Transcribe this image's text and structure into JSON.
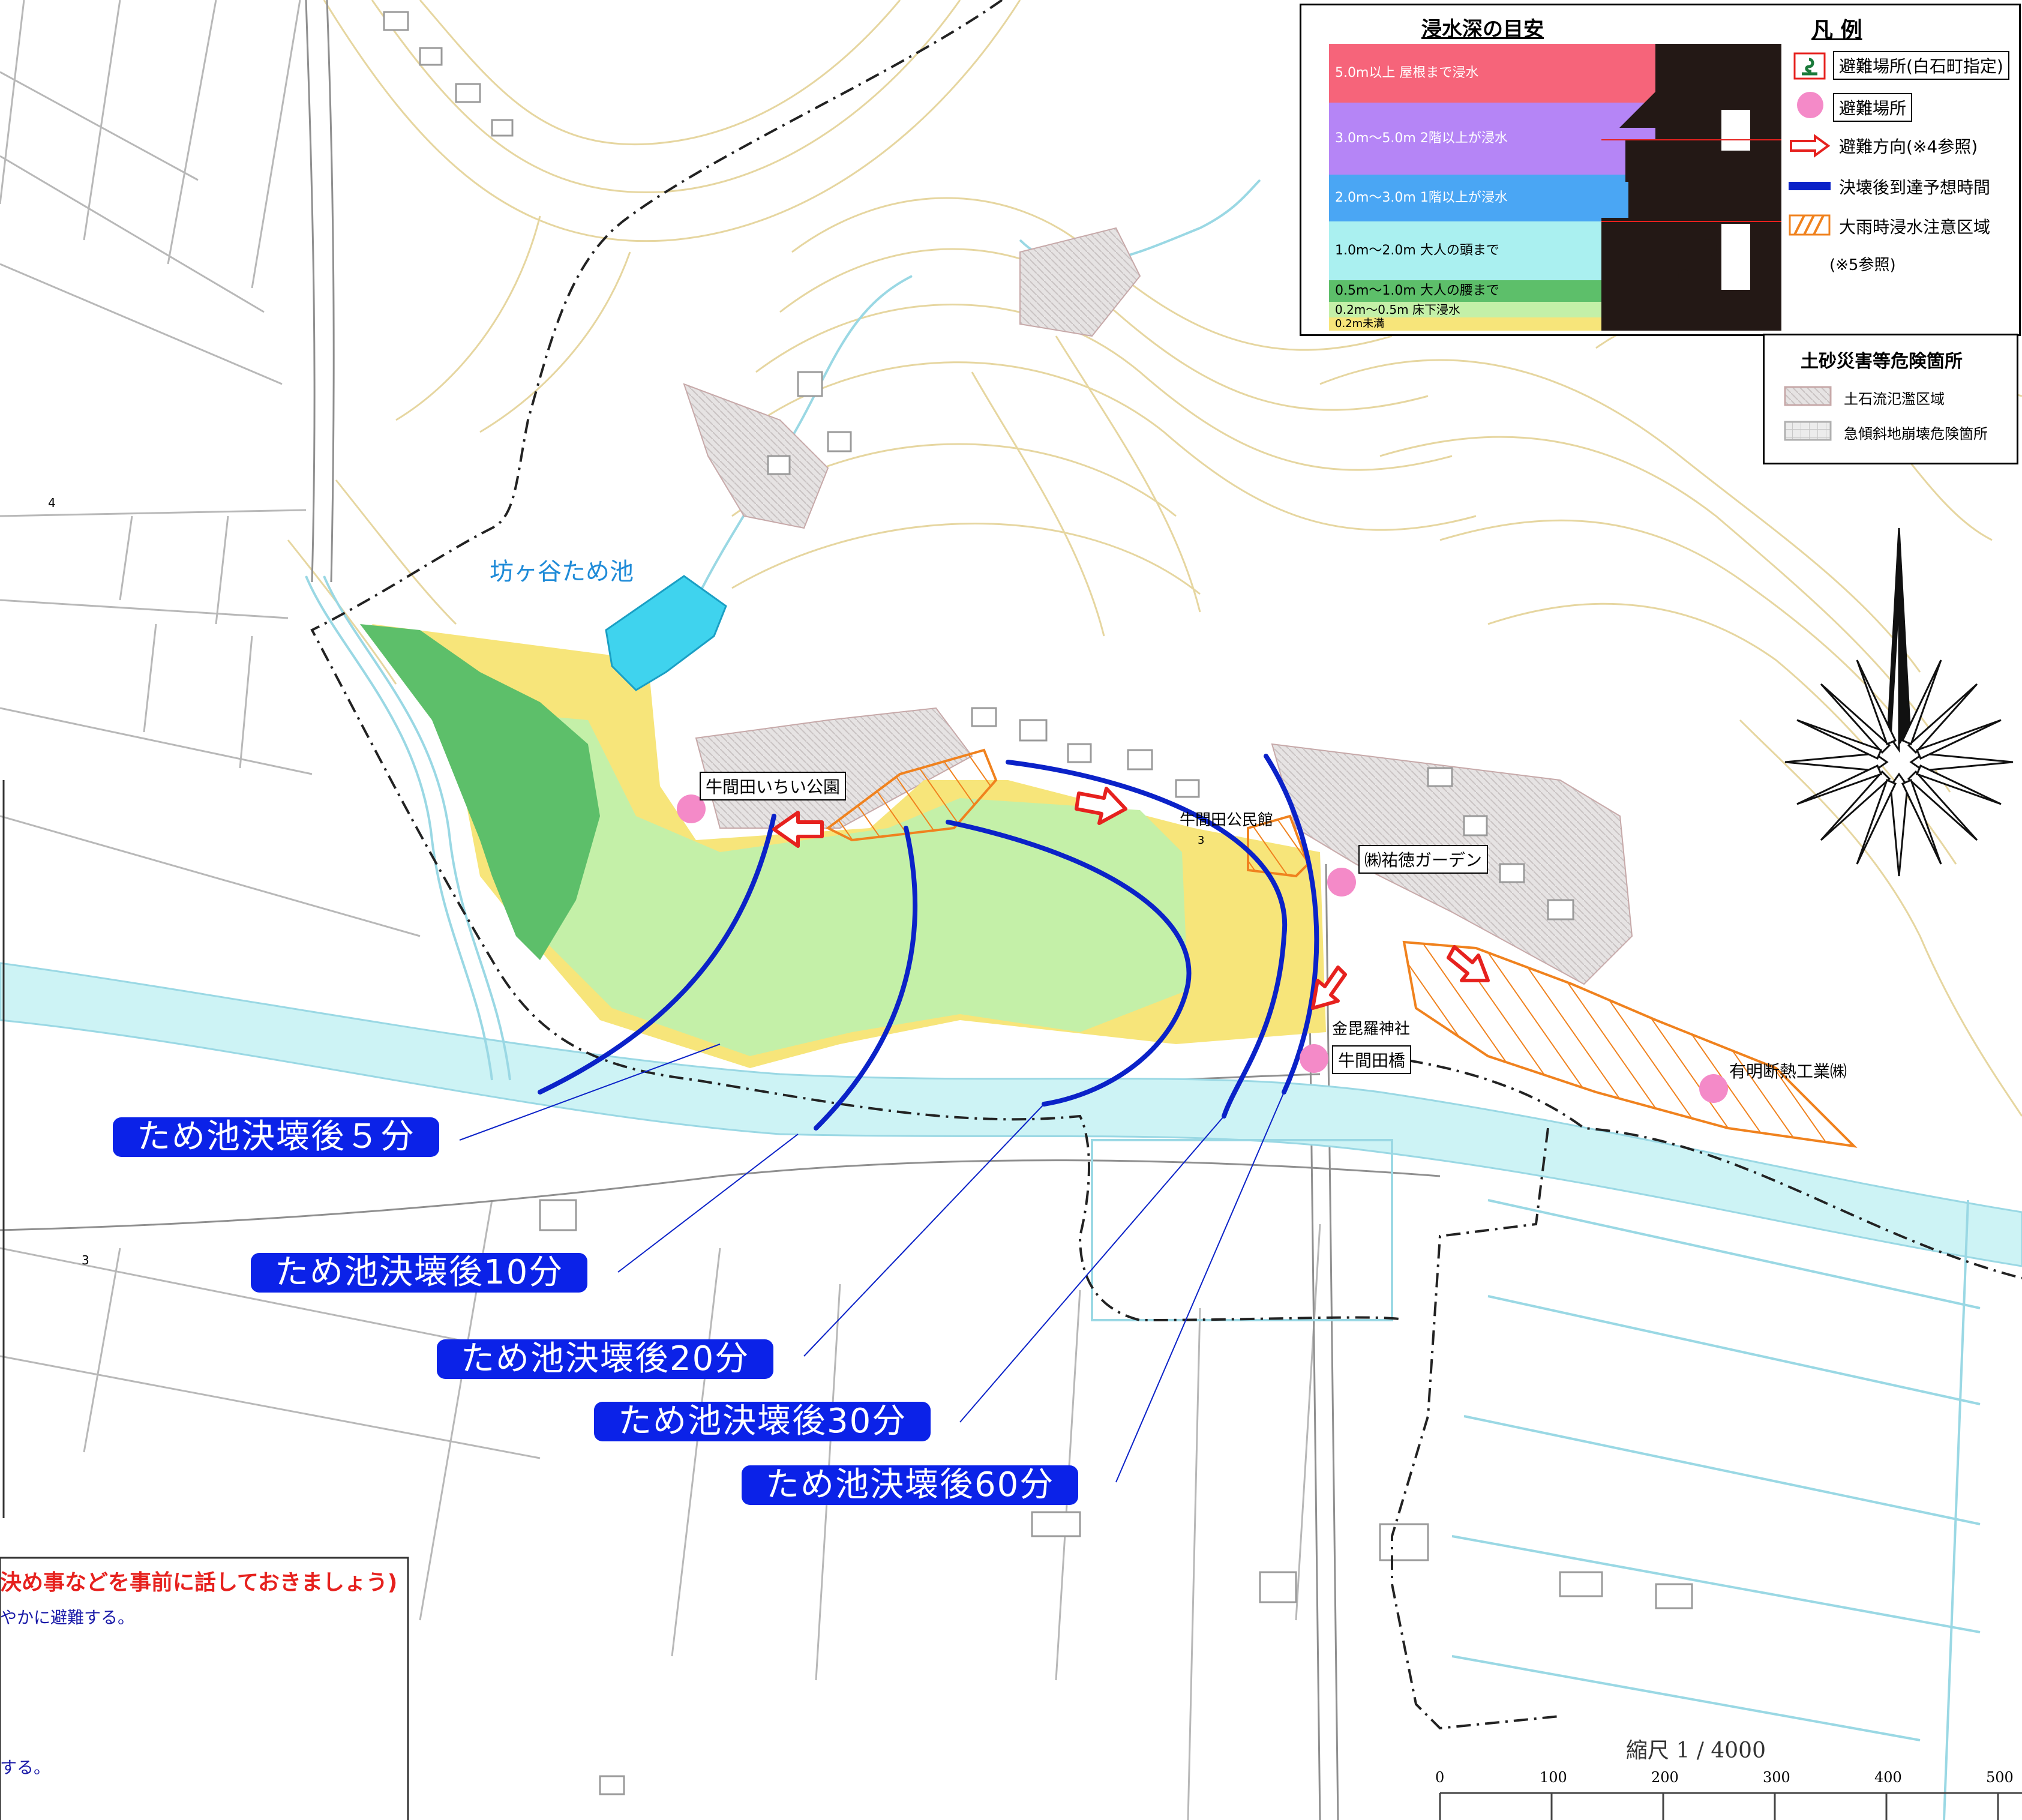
{
  "map": {
    "pond_name": "坊ヶ谷ため池",
    "places": {
      "park": "牛間田いちい公園",
      "hall": "牛間田公民館",
      "garden": "㈱祐徳ガーデン",
      "shrine": "金毘羅神社",
      "bridge": "牛間田橋",
      "factory": "有明断熱工業㈱"
    },
    "flood_time_labels": [
      "ため池決壊後５分",
      "ため池決壊後10分",
      "ため池決壊後20分",
      "ため池決壊後30分",
      "ため池決壊後60分"
    ],
    "grid_numbers": {
      "n4": "4",
      "n3": "3",
      "n3b": "3"
    },
    "colors": {
      "flood_green": "#5dbf6a",
      "flood_lightgreen": "#c4f0a8",
      "flood_yellow": "#f7e57a",
      "river": "#cdf3f5",
      "pond": "#3fd3ee",
      "line_blue": "#0b22c8",
      "arrow_red": "#e6211e",
      "hazard_orange": "#f0821e",
      "evac_pink": "#f48ac8"
    }
  },
  "depth_legend": {
    "title": "浸水深の目安",
    "rows": [
      {
        "label": "5.0m以上 屋根まで浸水",
        "color": "#f6647a"
      },
      {
        "label": "3.0m～5.0m 2階以上が浸水",
        "color": "#b585f6"
      },
      {
        "label": "2.0m～3.0m 1階以上が浸水",
        "color": "#4aa6f4"
      },
      {
        "label": "1.0m～2.0m 大人の頭まで",
        "color": "#aaf0f0"
      },
      {
        "label": "0.5m～1.0m 大人の腰まで",
        "color": "#5dbf6a"
      },
      {
        "label": "0.2m～0.5m 床下浸水",
        "color": "#c4f0a8"
      },
      {
        "label": "0.2m未満",
        "color": "#f7e57a"
      }
    ]
  },
  "legend": {
    "title": "凡 例",
    "items": [
      {
        "label": "避難場所(白石町指定)",
        "icon": "evacuation-site-designated-icon"
      },
      {
        "label": "避難場所",
        "icon": "evacuation-site-pink-dot-icon"
      },
      {
        "label": "避難方向(※4参照)",
        "icon": "evacuation-arrow-icon"
      },
      {
        "label": "決壊後到達予想時間",
        "icon": "blue-line-icon"
      },
      {
        "label": "大雨時浸水注意区域",
        "icon": "orange-hatch-icon"
      }
    ],
    "note": "(※5参照)"
  },
  "sediment_legend": {
    "title": "土砂災害等危険箇所",
    "items": [
      {
        "label": "土石流氾濫区域",
        "icon": "debris-flow-hatch-icon"
      },
      {
        "label": "急傾斜地崩壊危険箇所",
        "icon": "steep-slope-grid-icon"
      }
    ]
  },
  "scale": {
    "label": "縮尺 1 / 4000",
    "ticks": [
      "0",
      "100",
      "200",
      "300",
      "400",
      "500"
    ]
  },
  "notes": {
    "line1": "決め事などを事前に話しておきましょう)",
    "line2": "やかに避難する。",
    "line3": "する。"
  }
}
